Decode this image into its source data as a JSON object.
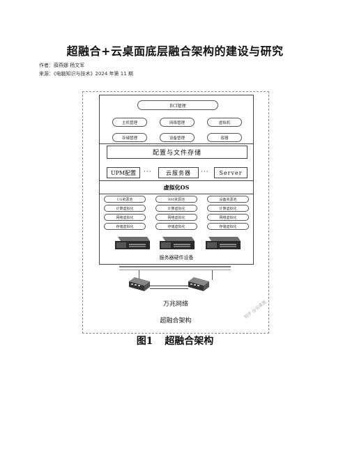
{
  "article": {
    "title": "超融合+云桌面底层融合架构的建设与研究",
    "author_line": "作者：薛燕娜 杨文军",
    "source_line": "来源：《电脑知识与技术》2024 年第 11 期"
  },
  "figure": {
    "management": {
      "top_label": "BCI管理",
      "row1": [
        "主机管理",
        "网络管理",
        "虚拟机"
      ],
      "row2": [
        "存储管理",
        "设备管理",
        "容器"
      ]
    },
    "config_storage": "配置与文件存储",
    "services": [
      "UPM配置",
      "云服务器",
      "Server"
    ],
    "ellipsis": "···",
    "virtual_os": "虚拟化OS",
    "resource_grid": [
      [
        "US资源池",
        "RM资源池",
        "设备资源池"
      ],
      [
        "计算虚拟化",
        "计算虚拟化",
        "计算虚拟化"
      ],
      [
        "网络虚拟化",
        "网络虚拟化",
        "网络虚拟化"
      ],
      [
        "存储虚拟化",
        "存储虚拟化",
        "存储虚拟化"
      ]
    ],
    "hardware_label": "服务器硬件设备",
    "network_label": "万兆网络",
    "architecture_label": "超融合架构",
    "caption_number": "图1",
    "caption_text": "超融合架构",
    "watermark": "知乎 @云桌面"
  }
}
